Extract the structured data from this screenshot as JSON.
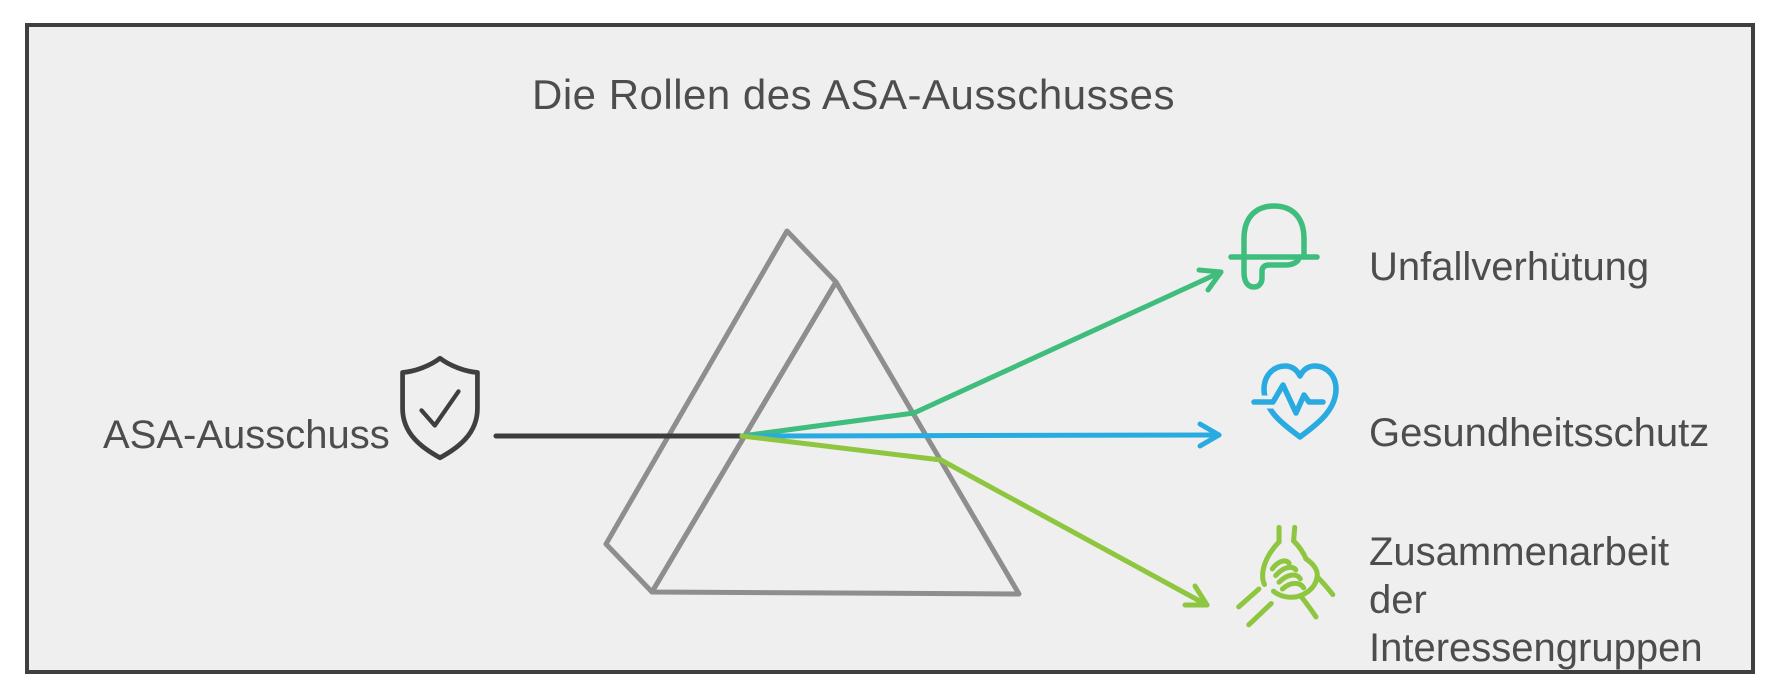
{
  "title": "Die Rollen des ASA-Ausschusses",
  "source": {
    "label": "ASA-Ausschuss",
    "icon": "shield-check-icon"
  },
  "prism": {
    "icon": "prism-shape",
    "stroke_color": "#8e8e8e",
    "input_beam_color": "#3c3c3c"
  },
  "roles": [
    {
      "label": "Unfallverhütung",
      "icon": "helmet-icon",
      "color": "#3ebd7d"
    },
    {
      "label": "Gesundheitsschutz",
      "icon": "heart-pulse-icon",
      "color": "#29abe2"
    },
    {
      "label": "Zusammenarbeit der Interessengruppen",
      "lines": [
        "Zusammenarbeit",
        "der",
        "Interessengruppen"
      ],
      "icon": "hands-teamwork-icon",
      "color": "#8ec63f"
    }
  ],
  "colors": {
    "dark": "#3f3f3f",
    "text": "#4d4d4d",
    "frame_border": "#3f3f3f",
    "background": "#efefef",
    "prism_stroke": "#8e8e8e",
    "green": "#3ebd7d",
    "blue": "#29abe2",
    "lime": "#8ec63f"
  }
}
